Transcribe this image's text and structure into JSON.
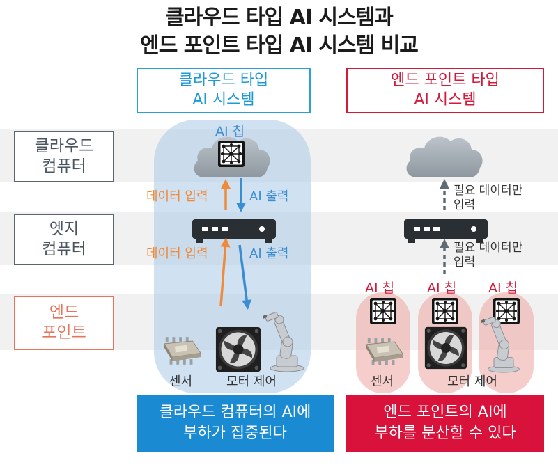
{
  "title": {
    "line1": "클라우드 타입 AI 시스템과",
    "line2": "엔드 포인트 타입 AI 시스템 비교"
  },
  "columns": {
    "cloud_line1": "클라우드 타입",
    "cloud_line2": "AI 시스템",
    "endpoint_line1": "엔드 포인트 타입",
    "endpoint_line2": "AI 시스템"
  },
  "rows": {
    "cloud_line1": "클라우드",
    "cloud_line2": "컴퓨터",
    "edge_line1": "엣지",
    "edge_line2": "컴퓨터",
    "endpoint_line1": "엔드",
    "endpoint_line2": "포인트"
  },
  "labels": {
    "ai_chip": "AI 칩",
    "data_input": "데이터 입력",
    "ai_output": "AI 출력",
    "needed_data_line1": "필요 데이터만",
    "needed_data_line2": "입력",
    "sensor": "센서",
    "motor_control": "모터 제어"
  },
  "bottom": {
    "cloud_line1": "클라우드 컴퓨터의 AI에",
    "cloud_line2": "부하가 집중된다",
    "endpoint_line1": "엔드 포인트의 AI에",
    "endpoint_line2": "부하를 분산할 수 있다"
  },
  "colors": {
    "cloud_blue": "#1a8bd2",
    "endpoint_red": "#d8123a",
    "input_orange": "#ef8a3a",
    "output_blue": "#3b8dd3"
  }
}
